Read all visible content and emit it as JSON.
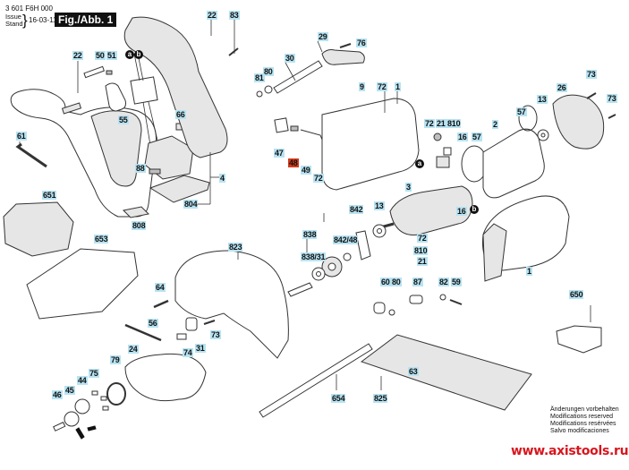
{
  "header": {
    "part_number": "3 601 F6H 000",
    "issue_label": "Issue",
    "stand_label": "Stand",
    "date": "16-03-11",
    "figure": "Fig./Abb. 1"
  },
  "markers": [
    {
      "id": "a",
      "text": "a"
    },
    {
      "id": "b",
      "text": "b"
    },
    {
      "id": "a2",
      "text": "a"
    },
    {
      "id": "b2",
      "text": "b"
    }
  ],
  "labels": [
    {
      "id": "22-left",
      "text": "22"
    },
    {
      "id": "50",
      "text": "50"
    },
    {
      "id": "51",
      "text": "51"
    },
    {
      "id": "55",
      "text": "55"
    },
    {
      "id": "61",
      "text": "61"
    },
    {
      "id": "66",
      "text": "66"
    },
    {
      "id": "88",
      "text": "88"
    },
    {
      "id": "4",
      "text": "4"
    },
    {
      "id": "804",
      "text": "804"
    },
    {
      "id": "808",
      "text": "808"
    },
    {
      "id": "651",
      "text": "651"
    },
    {
      "id": "653",
      "text": "653"
    },
    {
      "id": "22-top",
      "text": "22"
    },
    {
      "id": "83",
      "text": "83"
    },
    {
      "id": "81",
      "text": "81"
    },
    {
      "id": "80-top",
      "text": "80"
    },
    {
      "id": "30",
      "text": "30"
    },
    {
      "id": "29",
      "text": "29"
    },
    {
      "id": "76",
      "text": "76"
    },
    {
      "id": "9",
      "text": "9"
    },
    {
      "id": "72-top",
      "text": "72"
    },
    {
      "id": "1-top",
      "text": "1"
    },
    {
      "id": "47",
      "text": "47"
    },
    {
      "id": "48",
      "text": "48",
      "highlight": true
    },
    {
      "id": "49",
      "text": "49"
    },
    {
      "id": "72-mid",
      "text": "72"
    },
    {
      "id": "72-brush",
      "text": "72"
    },
    {
      "id": "21-top",
      "text": "21"
    },
    {
      "id": "810-top",
      "text": "810"
    },
    {
      "id": "16-top",
      "text": "16"
    },
    {
      "id": "57-a",
      "text": "57"
    },
    {
      "id": "2",
      "text": "2"
    },
    {
      "id": "57-b",
      "text": "57"
    },
    {
      "id": "13-top",
      "text": "13"
    },
    {
      "id": "26",
      "text": "26"
    },
    {
      "id": "73-a",
      "text": "73"
    },
    {
      "id": "73-b",
      "text": "73"
    },
    {
      "id": "3",
      "text": "3"
    },
    {
      "id": "13-mid",
      "text": "13"
    },
    {
      "id": "16-mid",
      "text": "16"
    },
    {
      "id": "72-low",
      "text": "72"
    },
    {
      "id": "810-low",
      "text": "810"
    },
    {
      "id": "21-low",
      "text": "21"
    },
    {
      "id": "842",
      "text": "842"
    },
    {
      "id": "842-48",
      "text": "842/48"
    },
    {
      "id": "838",
      "text": "838"
    },
    {
      "id": "838-31",
      "text": "838/31"
    },
    {
      "id": "1-motor",
      "text": "1"
    },
    {
      "id": "823",
      "text": "823"
    },
    {
      "id": "64",
      "text": "64"
    },
    {
      "id": "56",
      "text": "56"
    },
    {
      "id": "31",
      "text": "31"
    },
    {
      "id": "73-c",
      "text": "73"
    },
    {
      "id": "74",
      "text": "74"
    },
    {
      "id": "24",
      "text": "24"
    },
    {
      "id": "79",
      "text": "79"
    },
    {
      "id": "75",
      "text": "75"
    },
    {
      "id": "44",
      "text": "44"
    },
    {
      "id": "45",
      "text": "45"
    },
    {
      "id": "46",
      "text": "46"
    },
    {
      "id": "60",
      "text": "60"
    },
    {
      "id": "80-low",
      "text": "80"
    },
    {
      "id": "87",
      "text": "87"
    },
    {
      "id": "82",
      "text": "82"
    },
    {
      "id": "59",
      "text": "59"
    },
    {
      "id": "650",
      "text": "650"
    },
    {
      "id": "63",
      "text": "63"
    },
    {
      "id": "654",
      "text": "654"
    },
    {
      "id": "825",
      "text": "825"
    }
  ],
  "notice": [
    "Änderungen vorbehalten",
    "Modifications reserved",
    "Modifications resérvées",
    "Salvo modificaciones"
  ],
  "website": "www.axistools.ru",
  "colors": {
    "label_bg": "#b7e3f2",
    "highlight_bg": "#d23a1a",
    "website": "#d8161e"
  }
}
